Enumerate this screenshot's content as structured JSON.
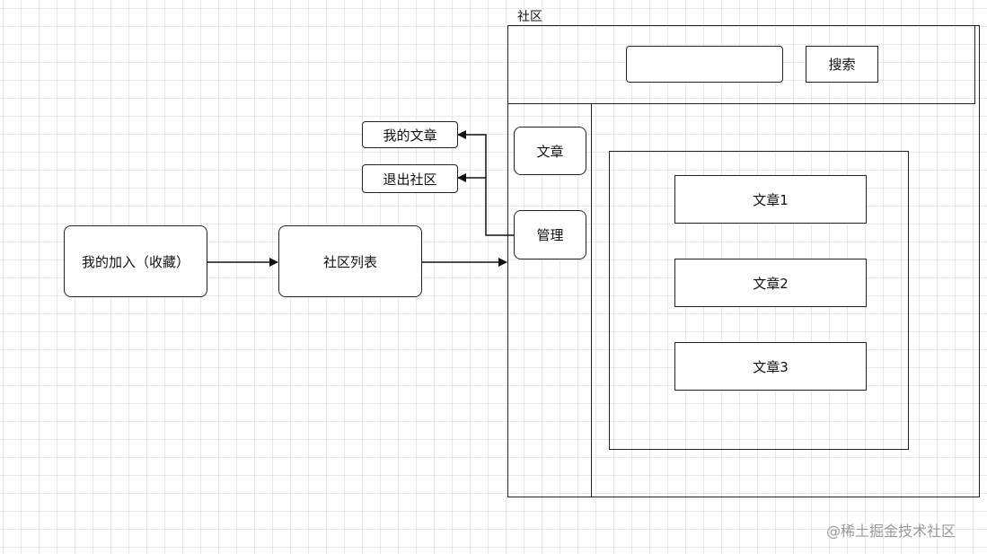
{
  "community": {
    "title": "社区",
    "search_button": "搜索",
    "search_input_value": "",
    "menu": {
      "articles": "文章",
      "manage": "管理"
    },
    "article_list": [
      "文章1",
      "文章2",
      "文章3"
    ]
  },
  "flow": {
    "my_joined": "我的加入（收藏）",
    "community_list": "社区列表"
  },
  "manage_options": {
    "my_articles": "我的文章",
    "leave_community": "退出社区"
  },
  "watermark": "@稀土掘金技术社区"
}
